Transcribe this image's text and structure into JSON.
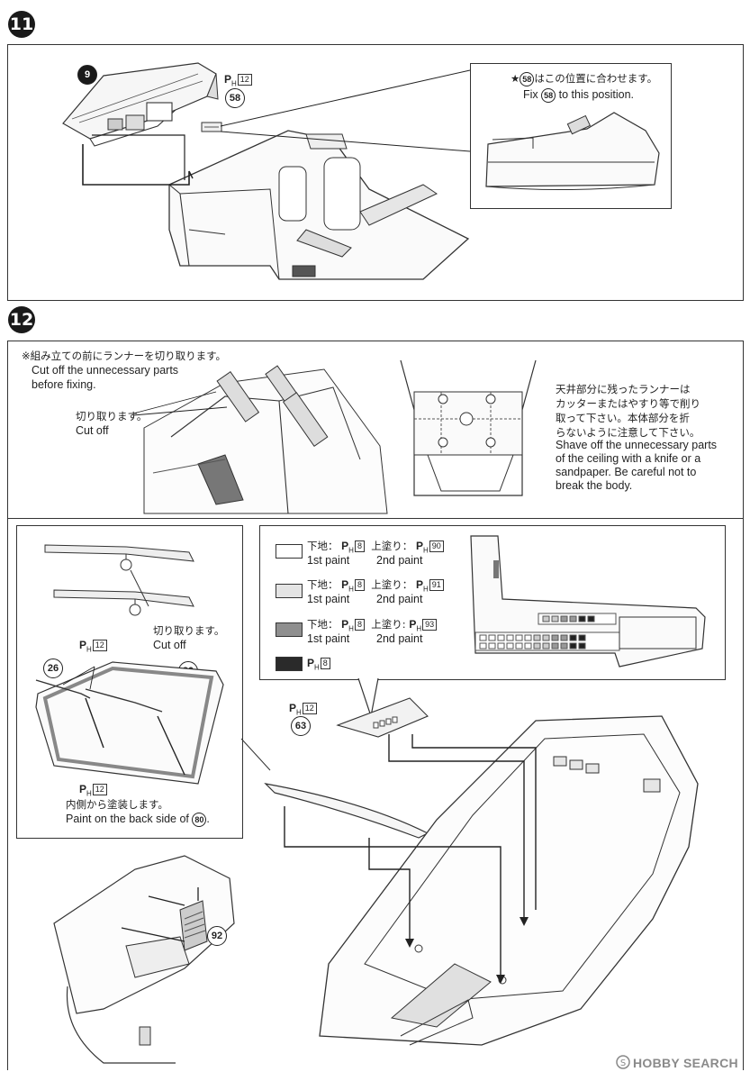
{
  "step11": {
    "number": "11",
    "part_dashboard": "9",
    "part_console": "58",
    "paint_code": "12",
    "inset_jp": "はこの位置に合わせます。",
    "inset_en_fix": "Fix",
    "inset_en_rest": "to this position.",
    "inset_part": "58",
    "star": "★"
  },
  "step12": {
    "number": "12",
    "runner_note_jp": "※組み立ての前にランナーを切り取ります。",
    "runner_note_en_1": "Cut off the unnecessary parts",
    "runner_note_en_2": "before fixing.",
    "cut_jp": "切り取ります。",
    "cut_en": "Cut off",
    "ceiling_jp_1": "天井部分に残ったランナーは",
    "ceiling_jp_2": "カッターまたはやすり等で削り",
    "ceiling_jp_3": "取って下さい。本体部分を折",
    "ceiling_jp_4": "らないように注意して下さい。",
    "ceiling_en_1": "Shave off the unnecessary parts",
    "ceiling_en_2": "of the ceiling with a knife or a",
    "ceiling_en_3": "sandpaper. Be careful not to",
    "ceiling_en_4": "break the body.",
    "wiper_cut_jp": "切り取ります。",
    "wiper_cut_en": "Cut off",
    "part_26": "26",
    "part_25": "25",
    "part_80": "80",
    "part_63": "63",
    "part_92": "92",
    "paint_12": "12",
    "inside_jp": "内側から塗装します。",
    "inside_en": "Paint on the back side of",
    "inside_part": "80",
    "paint_table": [
      {
        "base_jp": "下地：",
        "base_code": "8",
        "top_jp": "上塗り：",
        "top_code": "90",
        "first": "1st paint",
        "second": "2nd paint",
        "color": "#ffffff"
      },
      {
        "base_jp": "下地：",
        "base_code": "8",
        "top_jp": "上塗り：",
        "top_code": "91",
        "first": "1st paint",
        "second": "2nd paint",
        "color": "#e4e4e4"
      },
      {
        "base_jp": "下地：",
        "base_code": "8",
        "top_jp": "上塗り:",
        "top_code": "93",
        "first": "1st paint",
        "second": "2nd paint",
        "color": "#8f8f8f"
      },
      {
        "base_jp": "",
        "base_code": "8",
        "top_jp": "",
        "top_code": "",
        "first": "",
        "second": "",
        "color": "#2a2a2a"
      }
    ]
  },
  "paint_prefix": "P",
  "paint_sub": "H",
  "watermark": "HOBBY SEARCH"
}
